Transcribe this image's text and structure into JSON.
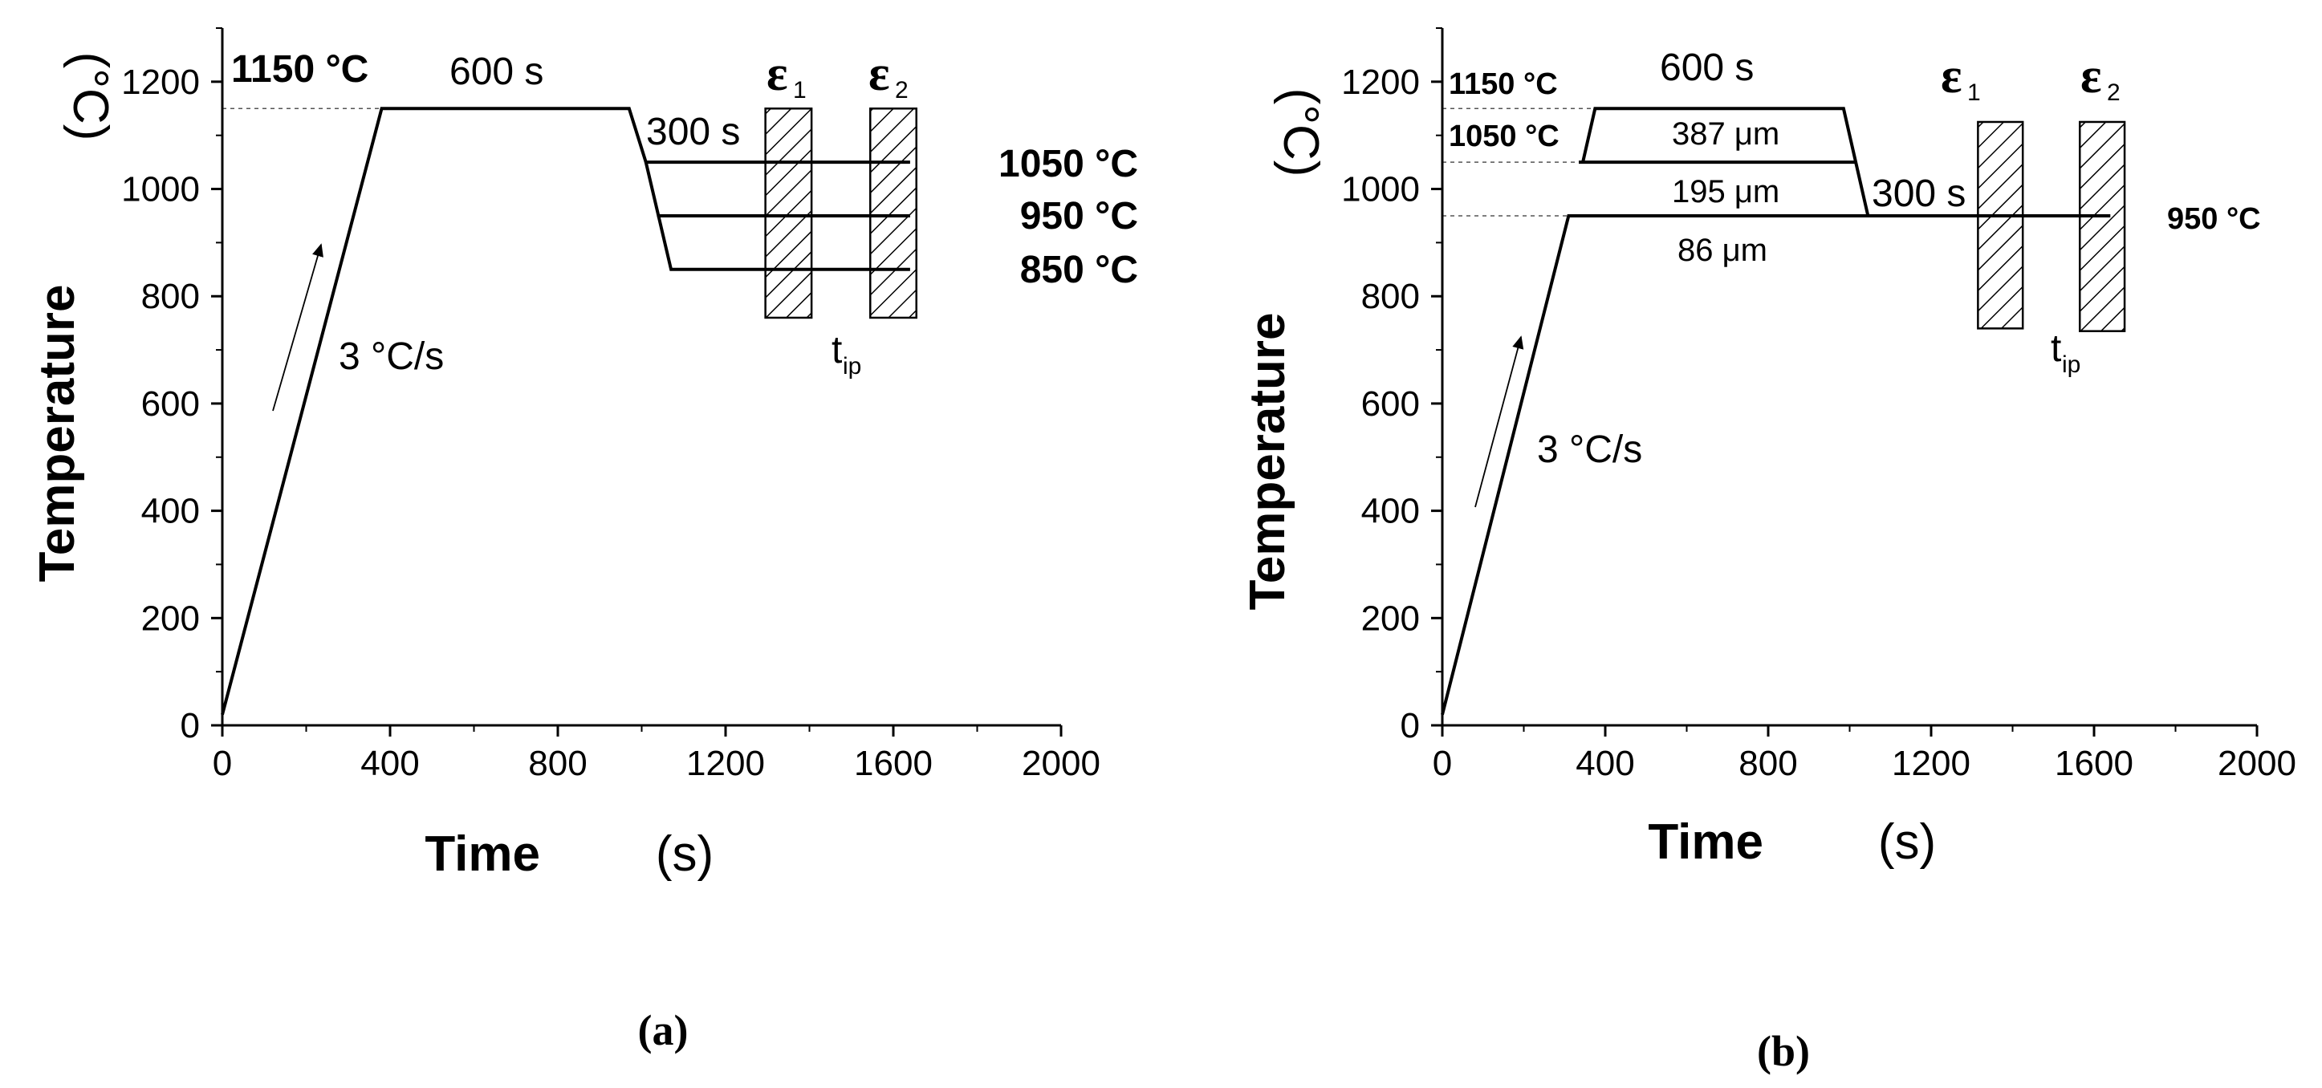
{
  "chart_data": [
    {
      "type": "line",
      "panel_label": "(a)",
      "xlabel": "Time",
      "xlabel_unit": "(s)",
      "ylabel": "Temperature",
      "ylabel_unit": "(°C)",
      "xlim": [
        0,
        2000
      ],
      "ylim": [
        0,
        1300
      ],
      "xticks": [
        "0",
        "400",
        "800",
        "1200",
        "1600",
        "2000"
      ],
      "yticks": [
        "0",
        "200",
        "400",
        "600",
        "800",
        "1000",
        "1200"
      ],
      "series": [
        {
          "points": [
            [
              0,
              20
            ],
            [
              380,
              1150
            ],
            [
              970,
              1150
            ],
            [
              1010,
              1050
            ],
            [
              1640,
              1050
            ]
          ]
        },
        {
          "points": [
            [
              1010,
              1050
            ],
            [
              1040,
              950
            ],
            [
              1640,
              950
            ]
          ]
        },
        {
          "points": [
            [
              1040,
              950
            ],
            [
              1070,
              850
            ],
            [
              1640,
              850
            ]
          ]
        }
      ],
      "reference_lines": [
        {
          "y": 1150,
          "x": [
            0,
            380
          ]
        }
      ],
      "strain_blocks": [
        {
          "label": "ε",
          "sub": "1",
          "x": [
            1295,
            1405
          ],
          "y": [
            760,
            1150
          ]
        },
        {
          "label": "ε",
          "sub": "2",
          "x": [
            1545,
            1655
          ],
          "y": [
            760,
            1150
          ]
        }
      ],
      "annotations": {
        "t1150": "1150 °C",
        "hold": "600 s",
        "cool": "300 s",
        "t1050": "1050 °C",
        "t950": "950 °C",
        "t850": "850 °C",
        "rate": "3 °C/s",
        "tip": "t",
        "tip_sub": "ip"
      }
    },
    {
      "type": "line",
      "panel_label": "(b)",
      "xlabel": "Time",
      "xlabel_unit": "(s)",
      "ylabel": "Temperature",
      "ylabel_unit": "(°C)",
      "xlim": [
        0,
        2000
      ],
      "ylim": [
        0,
        1300
      ],
      "xticks": [
        "0",
        "400",
        "800",
        "1200",
        "1600",
        "2000"
      ],
      "yticks": [
        "0",
        "200",
        "400",
        "600",
        "800",
        "1000",
        "1200"
      ],
      "series": [
        {
          "points": [
            [
              0,
              20
            ],
            [
              310,
              950
            ],
            [
              1045,
              950
            ],
            [
              1640,
              950
            ]
          ]
        },
        {
          "points": [
            [
              335,
              1050
            ],
            [
              1015,
              1050
            ]
          ]
        },
        {
          "points": [
            [
              345,
              1050
            ],
            [
              375,
              1150
            ],
            [
              985,
              1150
            ],
            [
              1045,
              950
            ]
          ]
        }
      ],
      "reference_lines": [
        {
          "y": 1150,
          "x": [
            0,
            375
          ]
        },
        {
          "y": 1050,
          "x": [
            0,
            335
          ]
        },
        {
          "y": 950,
          "x": [
            0,
            310
          ]
        }
      ],
      "strain_blocks": [
        {
          "label": "ε",
          "sub": "1",
          "x": [
            1315,
            1425
          ],
          "y": [
            740,
            1125
          ]
        },
        {
          "label": "ε",
          "sub": "2",
          "x": [
            1565,
            1675
          ],
          "y": [
            735,
            1125
          ]
        }
      ],
      "annotations": {
        "t1150": "1150 °C",
        "t1050": "1050 °C",
        "hold": "600 s",
        "g387": "387 μm",
        "g195": "195 μm",
        "g86": "86 μm",
        "cool": "300 s",
        "t950": "950 °C",
        "rate": "3 °C/s",
        "tip": "t",
        "tip_sub": "ip"
      }
    }
  ]
}
